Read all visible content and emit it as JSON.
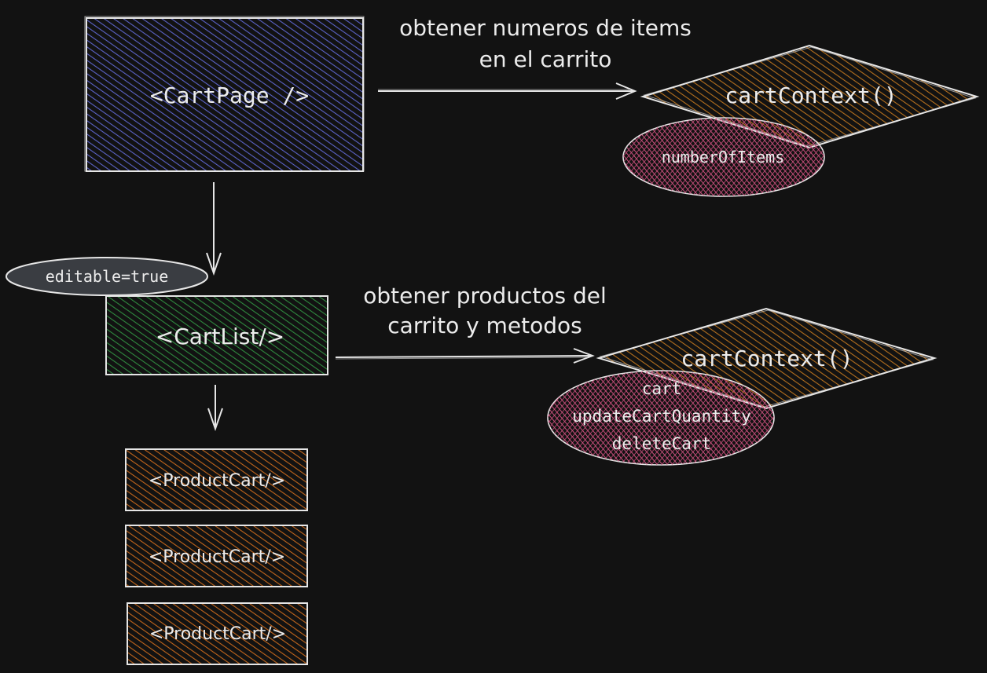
{
  "diagram": {
    "cart_page": {
      "label": "<CartPage />"
    },
    "cart_list": {
      "label": "<CartList/>"
    },
    "editable_badge": {
      "label": "editable=true"
    },
    "product_carts": [
      {
        "label": "<ProductCart/>"
      },
      {
        "label": "<ProductCart/>"
      },
      {
        "label": "<ProductCart/>"
      }
    ],
    "context_top": {
      "label": "cartContext()",
      "values": [
        "numberOfItems"
      ]
    },
    "context_bottom": {
      "label": "cartContext()",
      "values": [
        "cart",
        "updateCartQuantity",
        "deleteCart"
      ]
    },
    "annotation_top": {
      "lines": [
        "obtener numeros de items",
        "en el carrito"
      ]
    },
    "annotation_bottom": {
      "lines": [
        "obtener productos del",
        "carrito y metodos"
      ]
    }
  },
  "colors": {
    "background": "#121212",
    "stroke": "#e6e6e6",
    "cart_page_fill": "#5b63c7",
    "cart_list_fill": "#2f8a3f",
    "product_fill": "#c2661c",
    "context_fill": "#b5701e",
    "values_fill": "#c94f7c",
    "badge_fill": "#3a3d42"
  }
}
